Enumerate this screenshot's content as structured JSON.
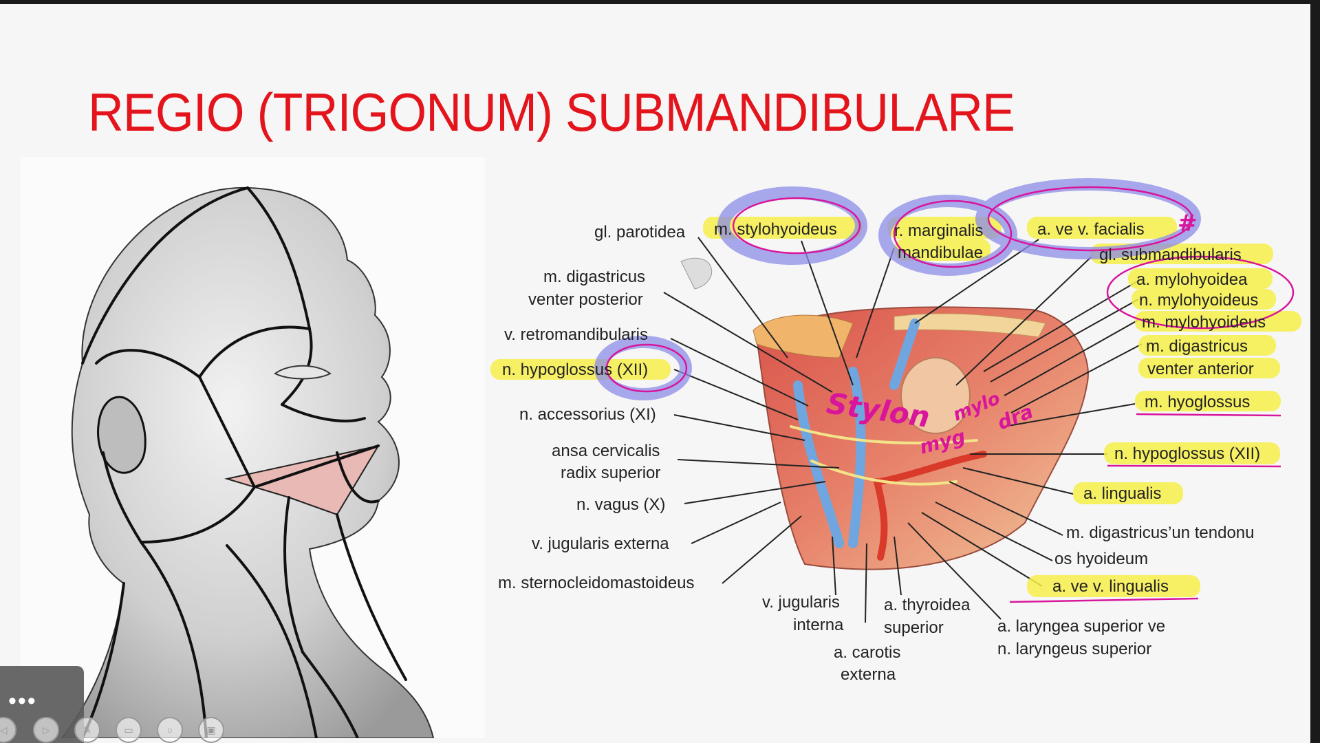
{
  "title": "REGIO (TRIGONUM) SUBMANDIBULARE",
  "labels_left": {
    "gl_parotidea": "gl. parotidea",
    "m_digastricus_line1": "m. digastricus",
    "m_digastricus_line2": "venter posterior",
    "v_retromandibularis": "v. retromandibularis",
    "n_hypoglossus_left": "n. hypoglossus (XII)",
    "n_accessorius": "n. accessorius (XI)",
    "ansa_line1": "ansa cervicalis",
    "ansa_line2": "radix superior",
    "n_vagus": "n. vagus (X)",
    "v_jugularis_externa": "v. jugularis externa",
    "m_scm": "m. sternocleidomastoideus"
  },
  "labels_top": {
    "m_stylohyoideus": "m. stylohyoideus",
    "r_marginalis_line1": "r. marginalis",
    "r_marginalis_line2": "mandibulae",
    "a_ve_v_facialis": "a. ve v. facialis"
  },
  "labels_right": {
    "gl_submandibularis": "gl. submandibularis",
    "a_mylohyoidea": "a. mylohyoidea",
    "n_mylohyoideus": "n. mylohyoideus",
    "m_mylohyoideus": "m. mylohyoideus",
    "m_digastricus_ant_line1": "m. digastricus",
    "m_digastricus_ant_line2": "venter anterior",
    "m_hyoglossus": "m. hyoglossus",
    "n_hypoglossus_right": "n. hypoglossus (XII)",
    "a_lingualis": "a. lingualis",
    "tendon": "m. digastricus’un tendonu",
    "os_hyoideum": "os hyoideum",
    "a_ve_v_lingualis": "a. ve v. lingualis"
  },
  "labels_bottom": {
    "v_jug_int_line1": "v. jugularis",
    "v_jug_int_line2": "interna",
    "a_thyroidea_line1": "a. thyroidea",
    "a_thyroidea_line2": "superior",
    "a_carotis_line1": "a. carotis",
    "a_carotis_line2": "externa",
    "a_laryngea_line1": "a. laryngea superior ve",
    "a_laryngea_line2": "n. laryngeus superior"
  },
  "handwriting": {
    "stylon": "Stylon",
    "mylohyoid": "mylo",
    "dra": "dra",
    "myg": "myg",
    "mark": "#"
  },
  "colors": {
    "title_red": "#e3141c",
    "highlight_yellow": "#f7ef4a",
    "marker_purple": "#8c8ce8",
    "pen_magenta": "#d8159b"
  },
  "toolbar": {
    "dots": "•••"
  }
}
